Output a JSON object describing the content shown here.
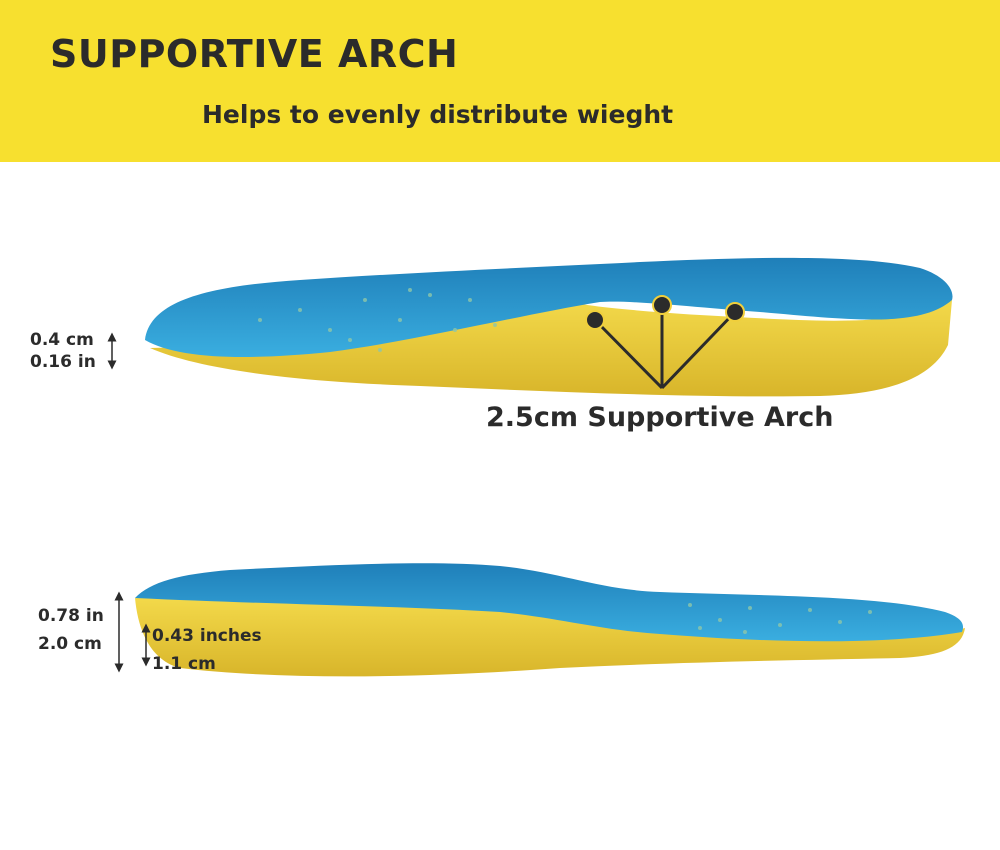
{
  "banner": {
    "title": "SUPPORTIVE ARCH",
    "subtitle": "Helps to evenly distribute wieght",
    "background_color": "#f7e02f"
  },
  "top_insole": {
    "thickness_cm": "0.4 cm",
    "thickness_in": "0.16 in",
    "arch_label": "2.5cm Supportive Arch"
  },
  "bottom_insole": {
    "heel_height_in": "0.78 in",
    "heel_height_cm": "2.0 cm",
    "sole_thickness_in": "0.43 inches",
    "sole_thickness_cm": "1.1 cm"
  },
  "colors": {
    "mesh_blue": "#2e9fd6",
    "foam_yellow": "#f0cf3c",
    "text_dark": "#2b2b2b"
  }
}
